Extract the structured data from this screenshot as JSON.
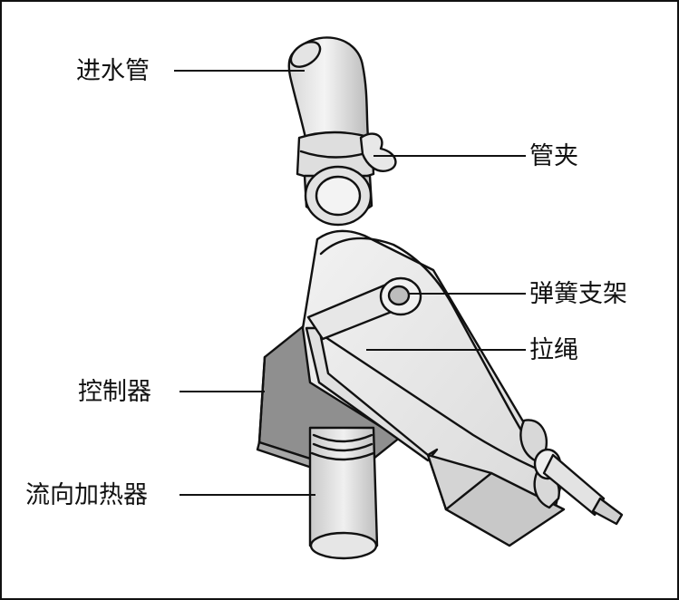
{
  "labels": {
    "inlet_pipe": "进水管",
    "pipe_clamp": "管夹",
    "spring_bracket": "弹簧支架",
    "pull_cord": "拉绳",
    "controller": "控制器",
    "flow_heater": "流向加热器"
  },
  "colors": {
    "outline": "#111111",
    "light_fill": "#e9e9e9",
    "mid_fill": "#cfcfcf",
    "dark_fill": "#8f8f8f"
  }
}
